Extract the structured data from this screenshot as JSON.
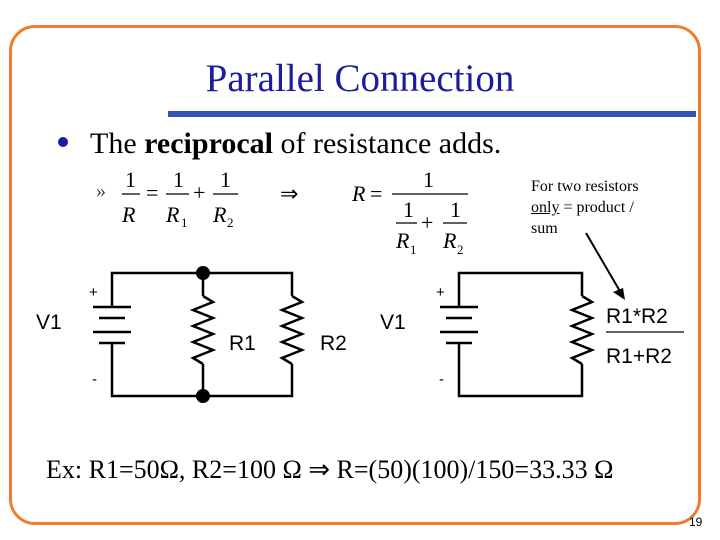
{
  "slide": {
    "title": "Parallel Connection",
    "page_number": "19"
  },
  "bullet": {
    "prefix": "The ",
    "bold": "reciprocal",
    "suffix": " of resistance adds."
  },
  "sub_bullet_marker": "»",
  "equations": {
    "one": "1",
    "R": "R",
    "R1_base": "R",
    "R1_sub": "1",
    "R2_base": "R",
    "R2_sub": "2",
    "equals": "=",
    "plus": "+",
    "implies": "⇒"
  },
  "note": {
    "line1": "For two resistors",
    "underlined": "only",
    "line2_rest": " = product /",
    "line3": "sum"
  },
  "left_circuit": {
    "source": "V1",
    "plus": "+",
    "minus": "-",
    "resistor1": "R1",
    "resistor2": "R2"
  },
  "right_circuit": {
    "source": "V1",
    "plus": "+",
    "minus": "-",
    "numerator": "R1*R2",
    "denominator": "R1+R2"
  },
  "example": "Ex: R1=50Ω, R2=100 Ω ⇒ R=(50)(100)/150=33.33 Ω",
  "colors": {
    "frame": "#f07d2e",
    "title": "#1c1c9e",
    "rule": "#3355b8"
  }
}
